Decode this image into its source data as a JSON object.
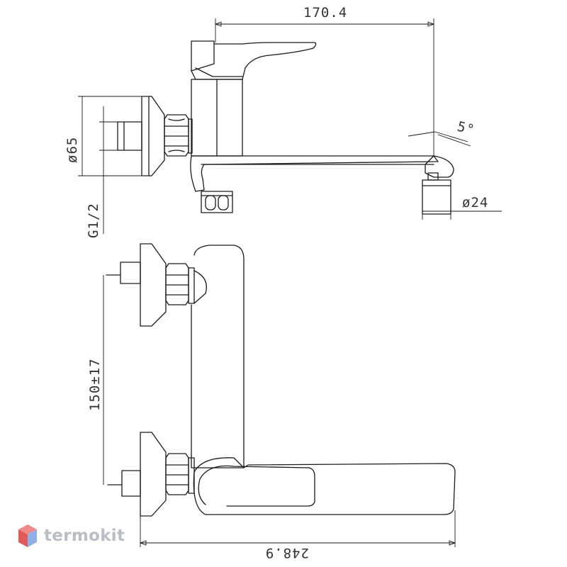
{
  "dimensions": {
    "spout_reach": "170.4",
    "body_diameter": "ø65",
    "thread": "G1/2",
    "spout_angle": "5°",
    "aerator_diameter": "ø24",
    "center_distance": "150±17",
    "total_width": "248.9"
  },
  "logo": {
    "text": "termokit",
    "colors": {
      "top": "#f08a8a",
      "left": "#e05a5a",
      "right": "#8fb0e6",
      "text": "#b9bec6"
    }
  },
  "colors": {
    "line": "#1a1a1a",
    "text": "#333333",
    "background": "#ffffff"
  }
}
